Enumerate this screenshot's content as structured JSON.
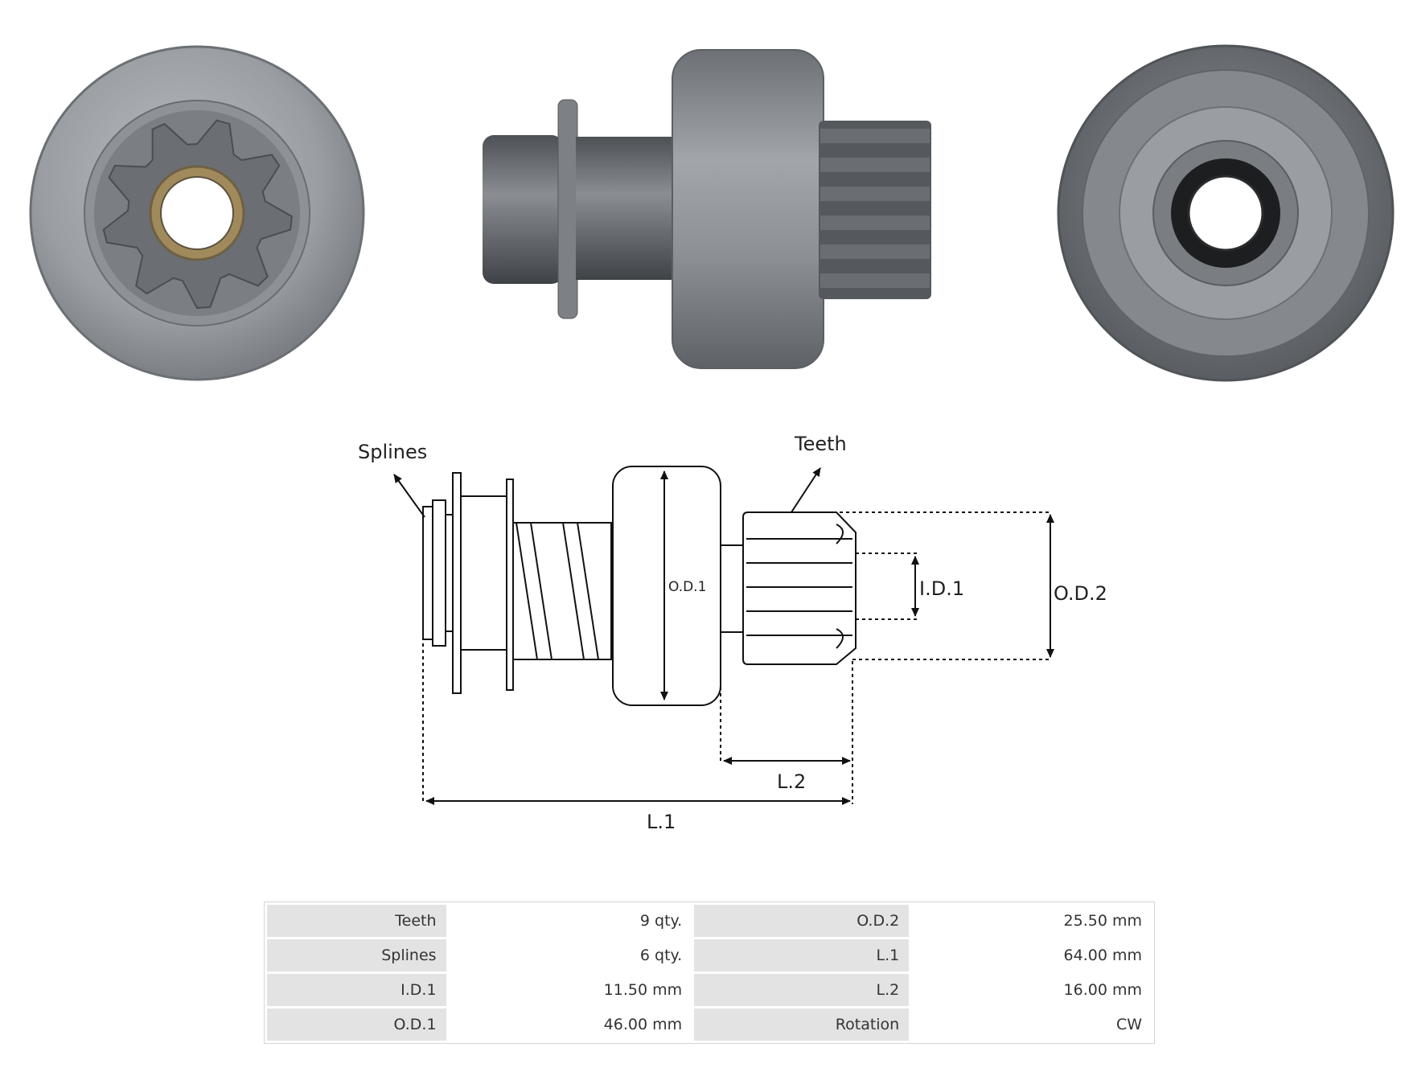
{
  "photos": [
    "pinion-front-view",
    "drive-side-view",
    "drive-rear-view"
  ],
  "diagram": {
    "labels": {
      "splines": "Splines",
      "teeth": "Teeth",
      "od1": "O.D.1",
      "id1": "I.D.1",
      "od2": "O.D.2",
      "l2": "L.2",
      "l1": "L.1"
    }
  },
  "specs": [
    {
      "k1": "Teeth",
      "v1": "9 qty.",
      "k2": "O.D.2",
      "v2": "25.50 mm"
    },
    {
      "k1": "Splines",
      "v1": "6 qty.",
      "k2": "L.1",
      "v2": "64.00 mm"
    },
    {
      "k1": "I.D.1",
      "v1": "11.50 mm",
      "k2": "L.2",
      "v2": "16.00 mm"
    },
    {
      "k1": "O.D.1",
      "v1": "46.00 mm",
      "k2": "Rotation",
      "v2": "CW"
    }
  ]
}
